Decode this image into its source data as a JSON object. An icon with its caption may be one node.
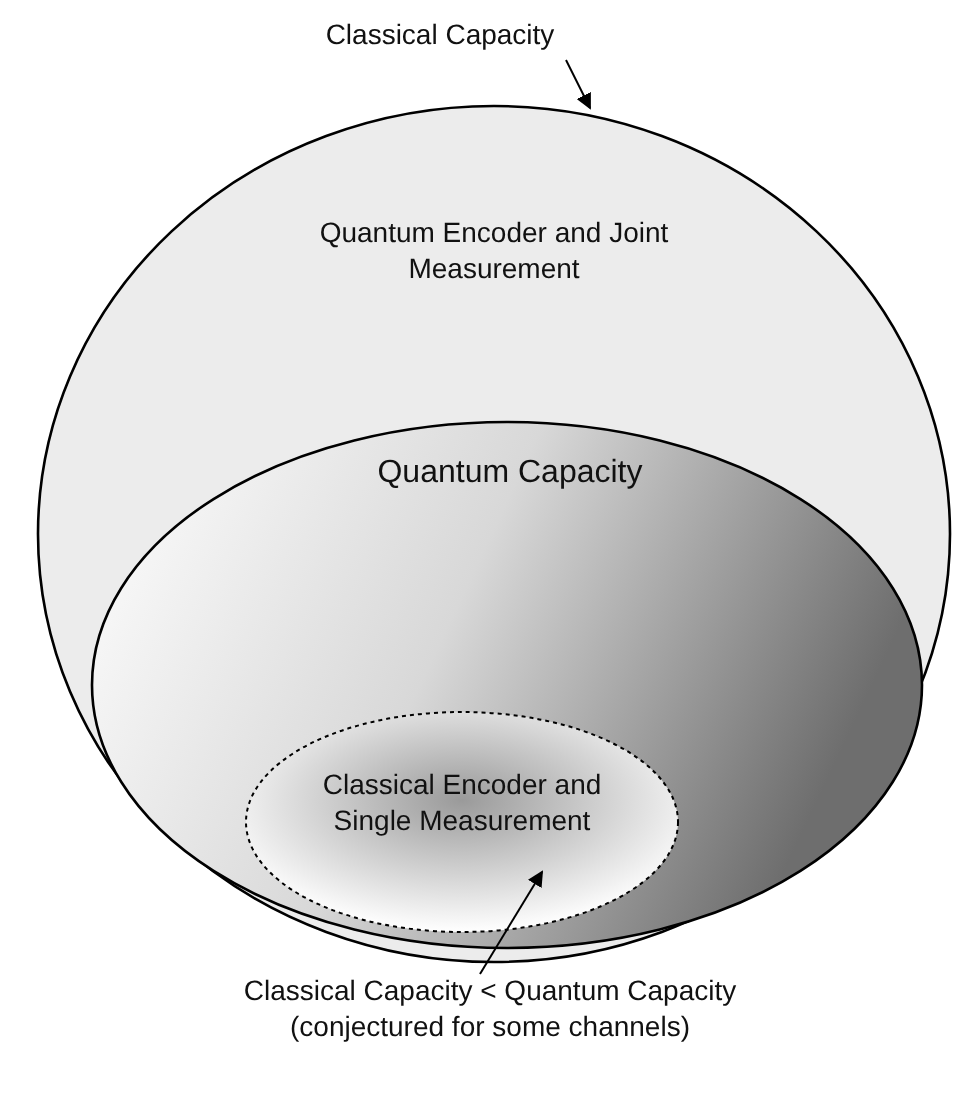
{
  "diagram": {
    "nodes": [
      {
        "text": [
          "Classical Capacity"
        ]
      },
      {
        "text": [
          "Quantum Encoder and Joint Measurement"
        ]
      },
      {
        "text": [
          "Quantum Capacity"
        ],
        "in": 1
      },
      {
        "text": [
          "Classical Encoder and Single Measurement"
        ],
        "in": 2
      },
      {
        "text": [
          "Classical Capacity < Quantum Capacity (conjectured for some channels)"
        ]
      }
    ],
    "edges": [
      {
        "from": 0,
        "to": 1,
        "arrow": "to"
      },
      {
        "from": 4,
        "to": 3,
        "arrow": "to"
      }
    ]
  }
}
